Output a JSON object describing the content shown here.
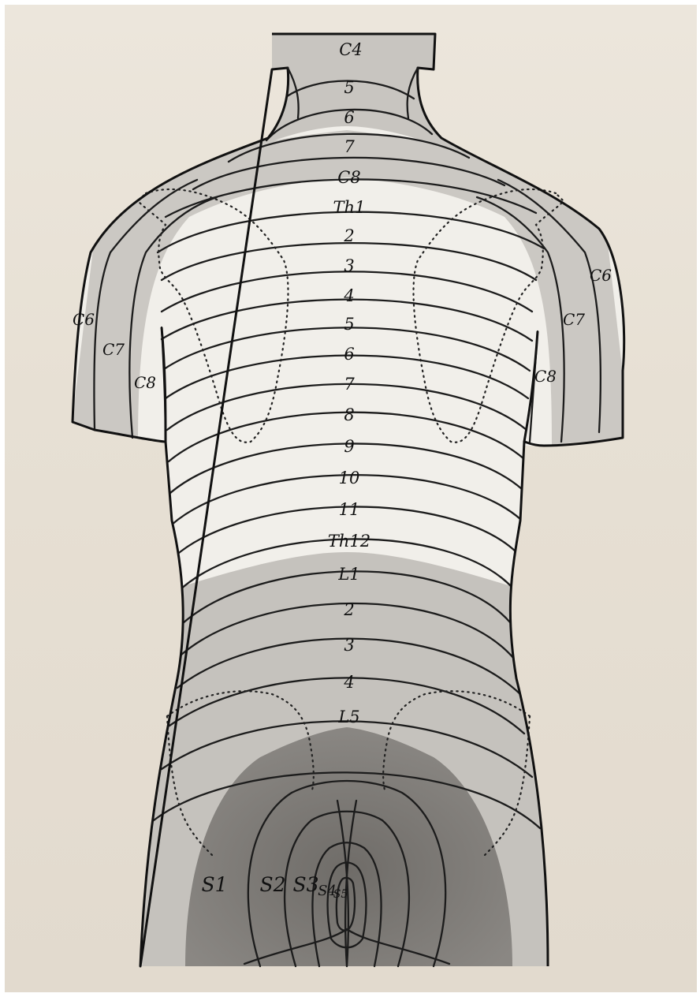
{
  "labels": {
    "central": [
      {
        "id": "c4",
        "text": "C4"
      },
      {
        "id": "c5",
        "text": "5"
      },
      {
        "id": "c6",
        "text": "6"
      },
      {
        "id": "c7",
        "text": "7"
      },
      {
        "id": "c8",
        "text": "C8"
      },
      {
        "id": "th1",
        "text": "Th1"
      },
      {
        "id": "th2",
        "text": "2"
      },
      {
        "id": "th3",
        "text": "3"
      },
      {
        "id": "th4",
        "text": "4"
      },
      {
        "id": "th5",
        "text": "5"
      },
      {
        "id": "th6",
        "text": "6"
      },
      {
        "id": "th7",
        "text": "7"
      },
      {
        "id": "th8",
        "text": "8"
      },
      {
        "id": "th9",
        "text": "9"
      },
      {
        "id": "th10",
        "text": "10"
      },
      {
        "id": "th11",
        "text": "11"
      },
      {
        "id": "th12",
        "text": "Th12"
      },
      {
        "id": "l1",
        "text": "L1"
      },
      {
        "id": "l2",
        "text": "2"
      },
      {
        "id": "l3",
        "text": "3"
      },
      {
        "id": "l4",
        "text": "4"
      },
      {
        "id": "l5",
        "text": "L5"
      }
    ],
    "left_arm": [
      {
        "id": "left-c6",
        "text": "C6"
      },
      {
        "id": "left-c7",
        "text": "C7"
      },
      {
        "id": "left-c8",
        "text": "C8"
      }
    ],
    "right_arm": [
      {
        "id": "right-c6",
        "text": "C6"
      },
      {
        "id": "right-c7",
        "text": "C7"
      },
      {
        "id": "right-c8",
        "text": "C8"
      }
    ],
    "sacral": [
      {
        "id": "s1",
        "text": "S1"
      },
      {
        "id": "s2",
        "text": "S2"
      },
      {
        "id": "s3",
        "text": "S3"
      },
      {
        "id": "s4",
        "text": "S4"
      },
      {
        "id": "s5",
        "text": "S5"
      }
    ]
  },
  "colors": {
    "paper": "#e7e0d4",
    "light_zone": "#f2f0ec",
    "shaded_zone": "#c9c6c1",
    "dark_zone": "#7b7874",
    "ink": "#111111"
  }
}
